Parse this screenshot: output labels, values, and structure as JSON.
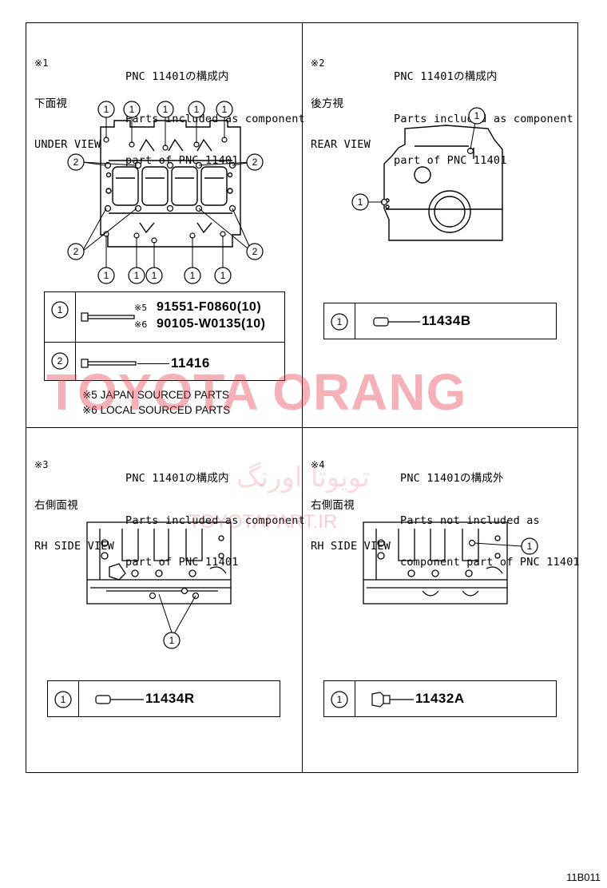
{
  "sections": [
    {
      "ref": "※1",
      "title_jp": "下面視",
      "title_en": "UNDER VIEW",
      "desc_jp": "PNC 11401の構成内",
      "desc_en_1": "Parts included as component",
      "desc_en_2": "part of PNC 11401",
      "parts": [
        {
          "key": "1",
          "refs": [
            "※5",
            "※6"
          ],
          "numbers": [
            "91551-F0860(10)",
            "90105-W0135(10)"
          ]
        },
        {
          "key": "2",
          "numbers": [
            "11416"
          ]
        }
      ],
      "notes": [
        "※5 JAPAN SOURCED PARTS",
        "※6 LOCAL SOURCED PARTS"
      ]
    },
    {
      "ref": "※2",
      "title_jp": "後方視",
      "title_en": "REAR VIEW",
      "desc_jp": "PNC 11401の構成内",
      "desc_en_1": "Parts included as component",
      "desc_en_2": "part of PNC 11401",
      "parts": [
        {
          "key": "1",
          "numbers": [
            "11434B"
          ]
        }
      ]
    },
    {
      "ref": "※3",
      "title_jp": "右側面視",
      "title_en": "RH SIDE VIEW",
      "desc_jp": "PNC 11401の構成内",
      "desc_en_1": "Parts included as component",
      "desc_en_2": "part of PNC 11401",
      "parts": [
        {
          "key": "1",
          "numbers": [
            "11434R"
          ]
        }
      ]
    },
    {
      "ref": "※4",
      "title_jp": "右側面視",
      "title_en": "RH SIDE VIEW",
      "desc_jp": "PNC 11401の構成外",
      "desc_en_1": "Parts not included as",
      "desc_en_2": "component part of PNC 11401",
      "parts": [
        {
          "key": "1",
          "numbers": [
            "11432A"
          ]
        }
      ]
    }
  ],
  "callouts": {
    "one": "1",
    "two": "2"
  },
  "watermark": {
    "brand": "TOYOTA ORANG",
    "url": "TOYOTAPART.IR",
    "arabic": "تویوتا اورنگ"
  },
  "diagram_code": "11B011"
}
